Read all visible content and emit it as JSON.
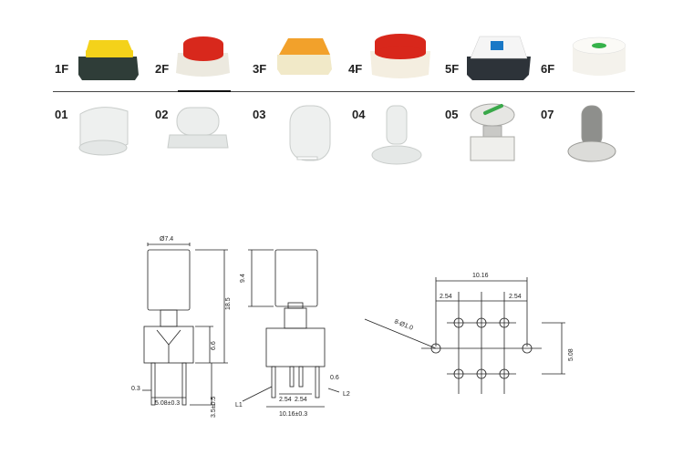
{
  "caps": [
    {
      "code": "1F",
      "base_color": "#2f3d38",
      "top_color": "#f4d21a"
    },
    {
      "code": "2F",
      "base_color": "#ece9df",
      "top_color": "#d8281c"
    },
    {
      "code": "3F",
      "base_color": "#f1e9c8",
      "top_color": "#f2a12b"
    },
    {
      "code": "4F",
      "base_color": "#f4eee0",
      "top_color": "#d8271b"
    },
    {
      "code": "5F",
      "base_color": "#2d3339",
      "top_color": "#1a78c6"
    },
    {
      "code": "6F",
      "base_color": "#f4f2ec",
      "top_color": "#36b24a"
    }
  ],
  "stems": [
    {
      "code": "01",
      "color": "#eef0ef"
    },
    {
      "code": "02",
      "color": "#eceeed"
    },
    {
      "code": "03",
      "color": "#eef0ef"
    },
    {
      "code": "04",
      "color": "#eceeed"
    },
    {
      "code": "05",
      "color": "#d9d9d6",
      "accent_color": "#3aa84a"
    },
    {
      "code": "07",
      "color": "#cfcfcc"
    }
  ],
  "drawing": {
    "front": {
      "dia": "Ø7.4",
      "height_total": "18.5",
      "height_body": "6.6",
      "pin_width": "0.3",
      "pin_pitch": "5.08±0.3",
      "pin_length": "3.5±0.5"
    },
    "side": {
      "cap_height": "9.4",
      "pitch_a": "2.54",
      "pitch_b": "2.54",
      "pin_thick": "0.6",
      "width": "10.16±0.3",
      "l1": "L1",
      "l2": "L2"
    },
    "pcb": {
      "span": "10.16",
      "pitch_left": "2.54",
      "pitch_right": "2.54",
      "holes": "8-Ø1.0",
      "height": "5.08"
    }
  }
}
